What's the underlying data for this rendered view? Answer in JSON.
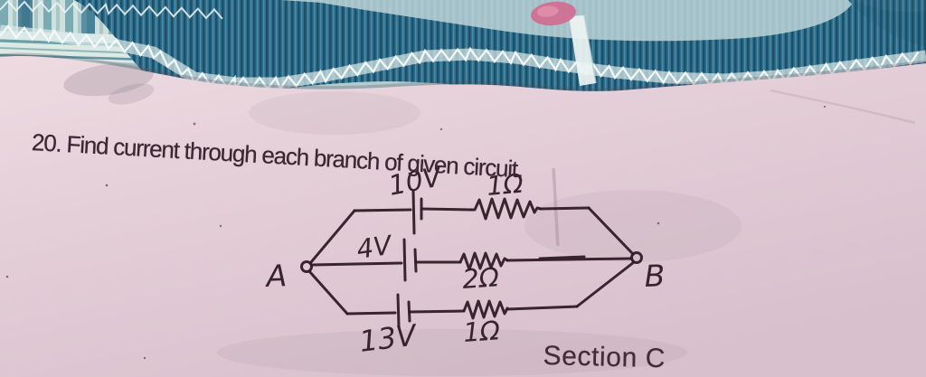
{
  "problem": {
    "title": "20. Find current through each branch of given circuit."
  },
  "circuit": {
    "node_left": "A",
    "node_right": "B",
    "branches": [
      {
        "name": "top",
        "battery_label": "10V",
        "resistor_label": "1Ω"
      },
      {
        "name": "middle",
        "battery_label": "4V",
        "resistor_label": "2Ω"
      },
      {
        "name": "bottom",
        "battery_label": "13V",
        "resistor_label": "1Ω"
      }
    ]
  },
  "footer": {
    "section_label": "Section C"
  },
  "colors": {
    "paper_pink": "#e3cdd7",
    "ink": "#2e1c26",
    "fabric_teal": "#2f7090",
    "stitch_white": "#f4faf9",
    "fabric_accent_pink": "#d06c93"
  }
}
